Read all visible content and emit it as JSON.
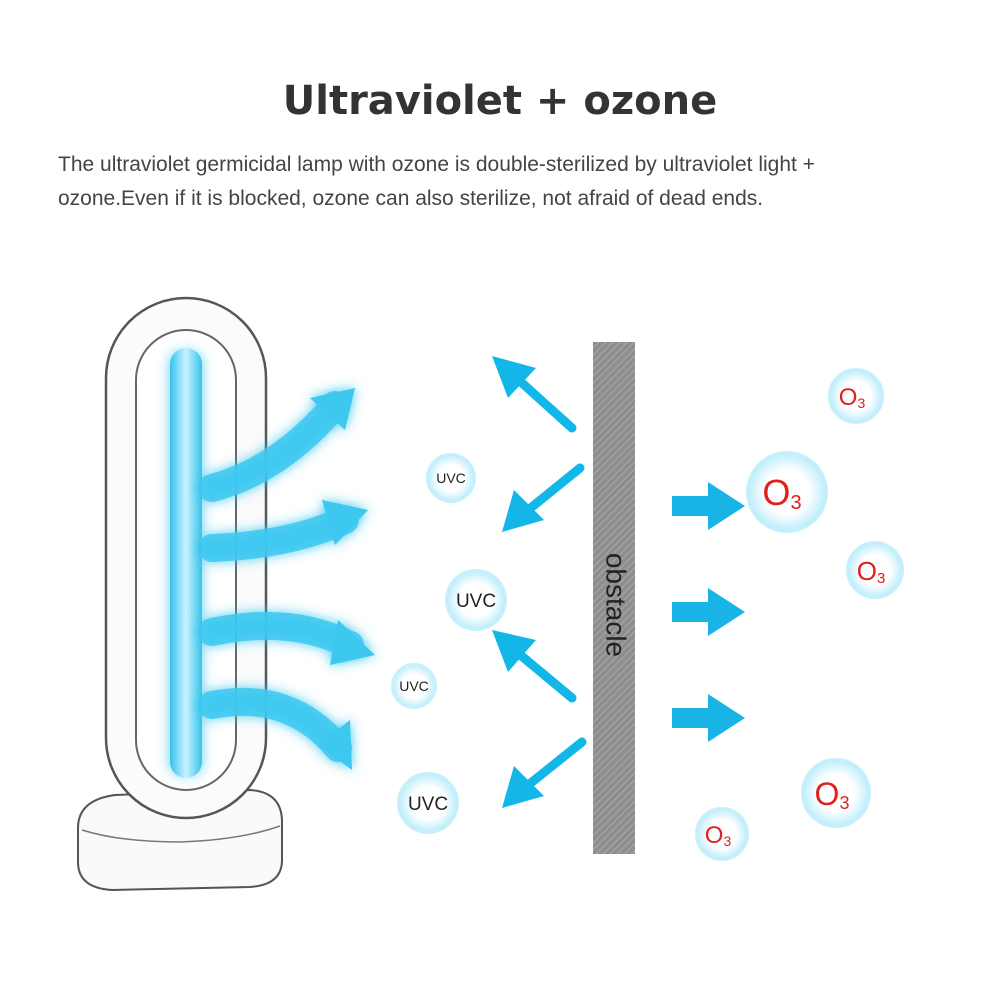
{
  "title": "Ultraviolet + ozone",
  "description": {
    "line1": "The ultraviolet germicidal lamp with ozone is double-sterilized by ultraviolet light +",
    "line2": "ozone.Even if it is blocked, ozone can also sterilize, not afraid of dead ends."
  },
  "obstacle_label": "obstacle",
  "uvc_label": "UVC",
  "ozone": {
    "letter": "O",
    "subscript": "3"
  },
  "colors": {
    "uv_cyan": "#12b7e8",
    "ozone_red": "#e0201c",
    "obstacle_gray": "#8e8e8e",
    "title_text": "#333333"
  }
}
